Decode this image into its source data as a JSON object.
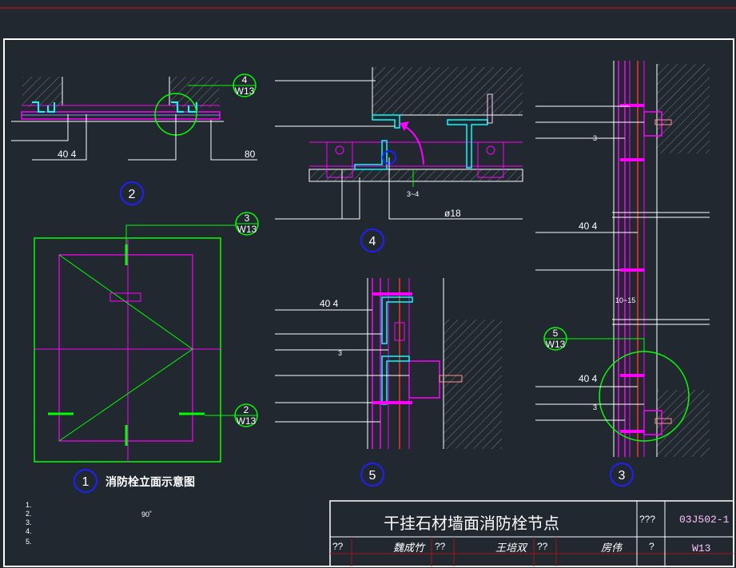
{
  "title_block": {
    "title": "干挂石材墙面消防栓节点",
    "qmarks_right": "???",
    "atlas_code": "03J502-1",
    "row2_left": "??",
    "row2_mid1": "??",
    "row2_mid2": "??",
    "row2_right": "?",
    "page_no": "W13",
    "sig1": "魏成竹",
    "sig2": "王培双",
    "sig3": "房伟",
    "sig4": ""
  },
  "notes": [
    "1.",
    "2.",
    "3.",
    "4.",
    "5."
  ],
  "note_angle": "90˚",
  "detail1": {
    "number": "1",
    "caption": "消防栓立面示意图"
  },
  "detail2": {
    "number": "2",
    "dim_a": "40 4",
    "dim_b": "80"
  },
  "detail3": {
    "number": "3",
    "dim_a": "40 4",
    "dim_b": "10~15",
    "dim_c": "40 4",
    "small_a": "3",
    "small_b": "3"
  },
  "detail4": {
    "number": "4",
    "dim_a": "3~4",
    "dim_b": "ø18"
  },
  "detail5": {
    "number": "5",
    "dim_a": "40 4",
    "small": "3"
  },
  "refs": {
    "r4_top": "4",
    "r4_bot": "W13",
    "r3_top": "3",
    "r3_bot": "W13",
    "r2_top": "2",
    "r2_bot": "W13",
    "r5_top": "5",
    "r5_bot": "W13"
  },
  "colors": {
    "background": "#212830",
    "frame": "#ffffff",
    "stone": "#ff00ff",
    "detail": "#00ff00",
    "leader": "#ffffff",
    "hatch": "#808080",
    "accent_red": "#ff3030",
    "circle_blue": "#2020ff"
  }
}
